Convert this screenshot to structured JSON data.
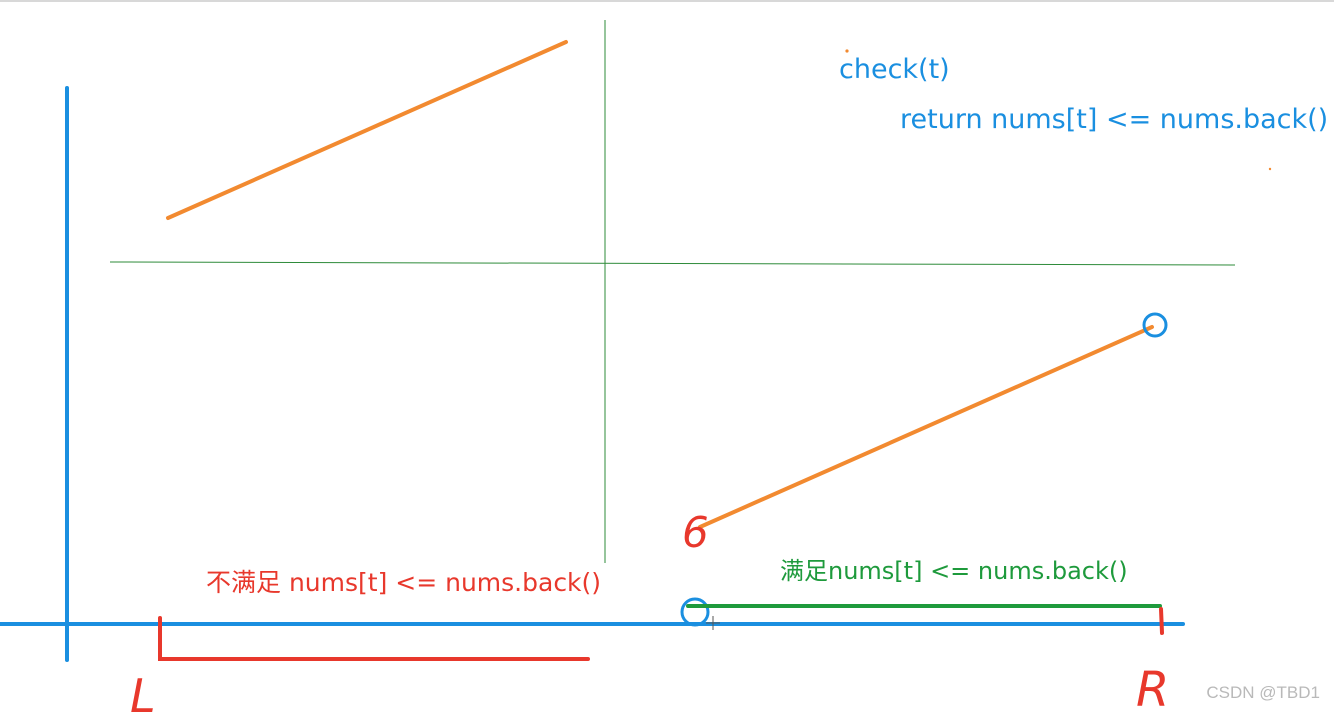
{
  "code": {
    "line1": "check(t)",
    "line2": "return nums[t] <= nums.back()"
  },
  "labels": {
    "not_satisfy": "不满足 nums[t] <= nums.back()",
    "satisfy": "满足nums[t] <= nums.back()",
    "left": "L",
    "right": "R",
    "bottom_start": "6"
  },
  "watermark": "CSDN @TBD1",
  "colors": {
    "axis": "#1a8fe0",
    "segment": "#f28a30",
    "quadrant_line": "#2e8b3a",
    "red_mark": "#e8382c",
    "green_mark": "#1e9a3c",
    "code_text": "#1a8fe0"
  }
}
